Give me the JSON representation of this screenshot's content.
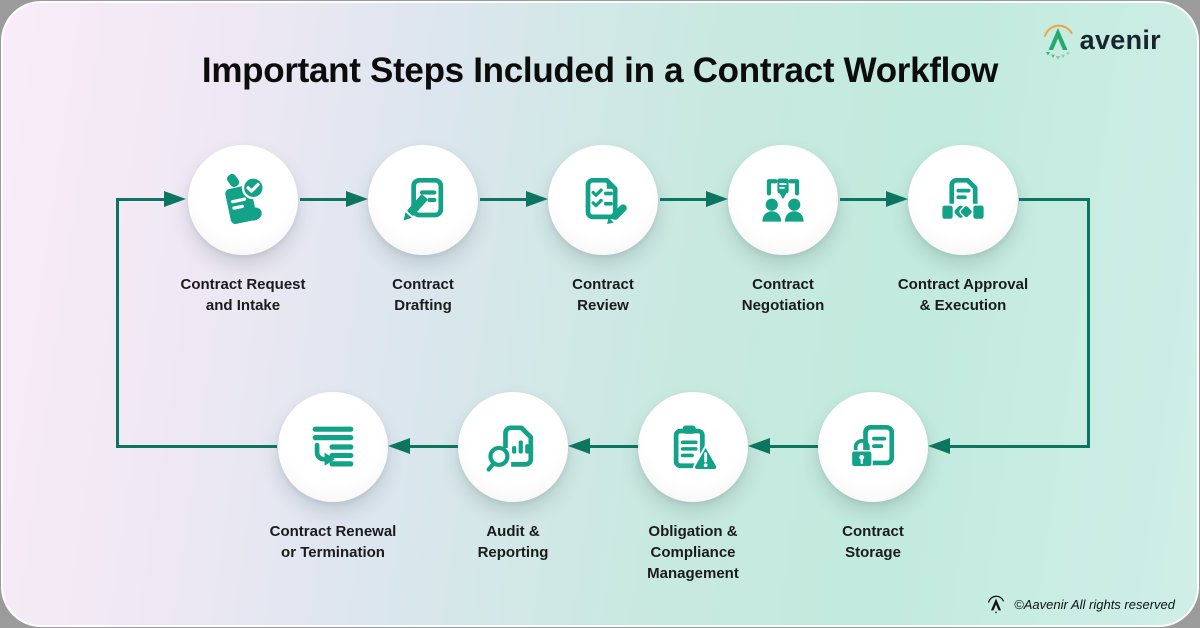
{
  "title": "Important Steps Included in a Contract Workflow",
  "logo": {
    "brand_rest": "avenir"
  },
  "footer": {
    "copyright": "©Aavenir All rights reserved"
  },
  "workflow": {
    "steps": [
      {
        "label": "Contract Request\nand Intake",
        "icon": "contract-request-icon"
      },
      {
        "label": "Contract\nDrafting",
        "icon": "contract-drafting-icon"
      },
      {
        "label": "Contract\nReview",
        "icon": "contract-review-icon"
      },
      {
        "label": "Contract\nNegotiation",
        "icon": "contract-negotiation-icon"
      },
      {
        "label": "Contract Approval\n& Execution",
        "icon": "contract-approval-icon"
      },
      {
        "label": "Contract\nStorage",
        "icon": "contract-storage-icon"
      },
      {
        "label": "Obligation &\nCompliance\nManagement",
        "icon": "obligation-compliance-icon"
      },
      {
        "label": "Audit &\nReporting",
        "icon": "audit-reporting-icon"
      },
      {
        "label": "Contract Renewal\nor Termination",
        "icon": "contract-renewal-icon"
      }
    ]
  },
  "colors": {
    "icon_teal": "#12a287",
    "arrow_teal": "#0b7560",
    "logo_green": "#27a86f",
    "logo_arc_orange": "#f0a43c",
    "title_color": "#0c0c0c"
  }
}
